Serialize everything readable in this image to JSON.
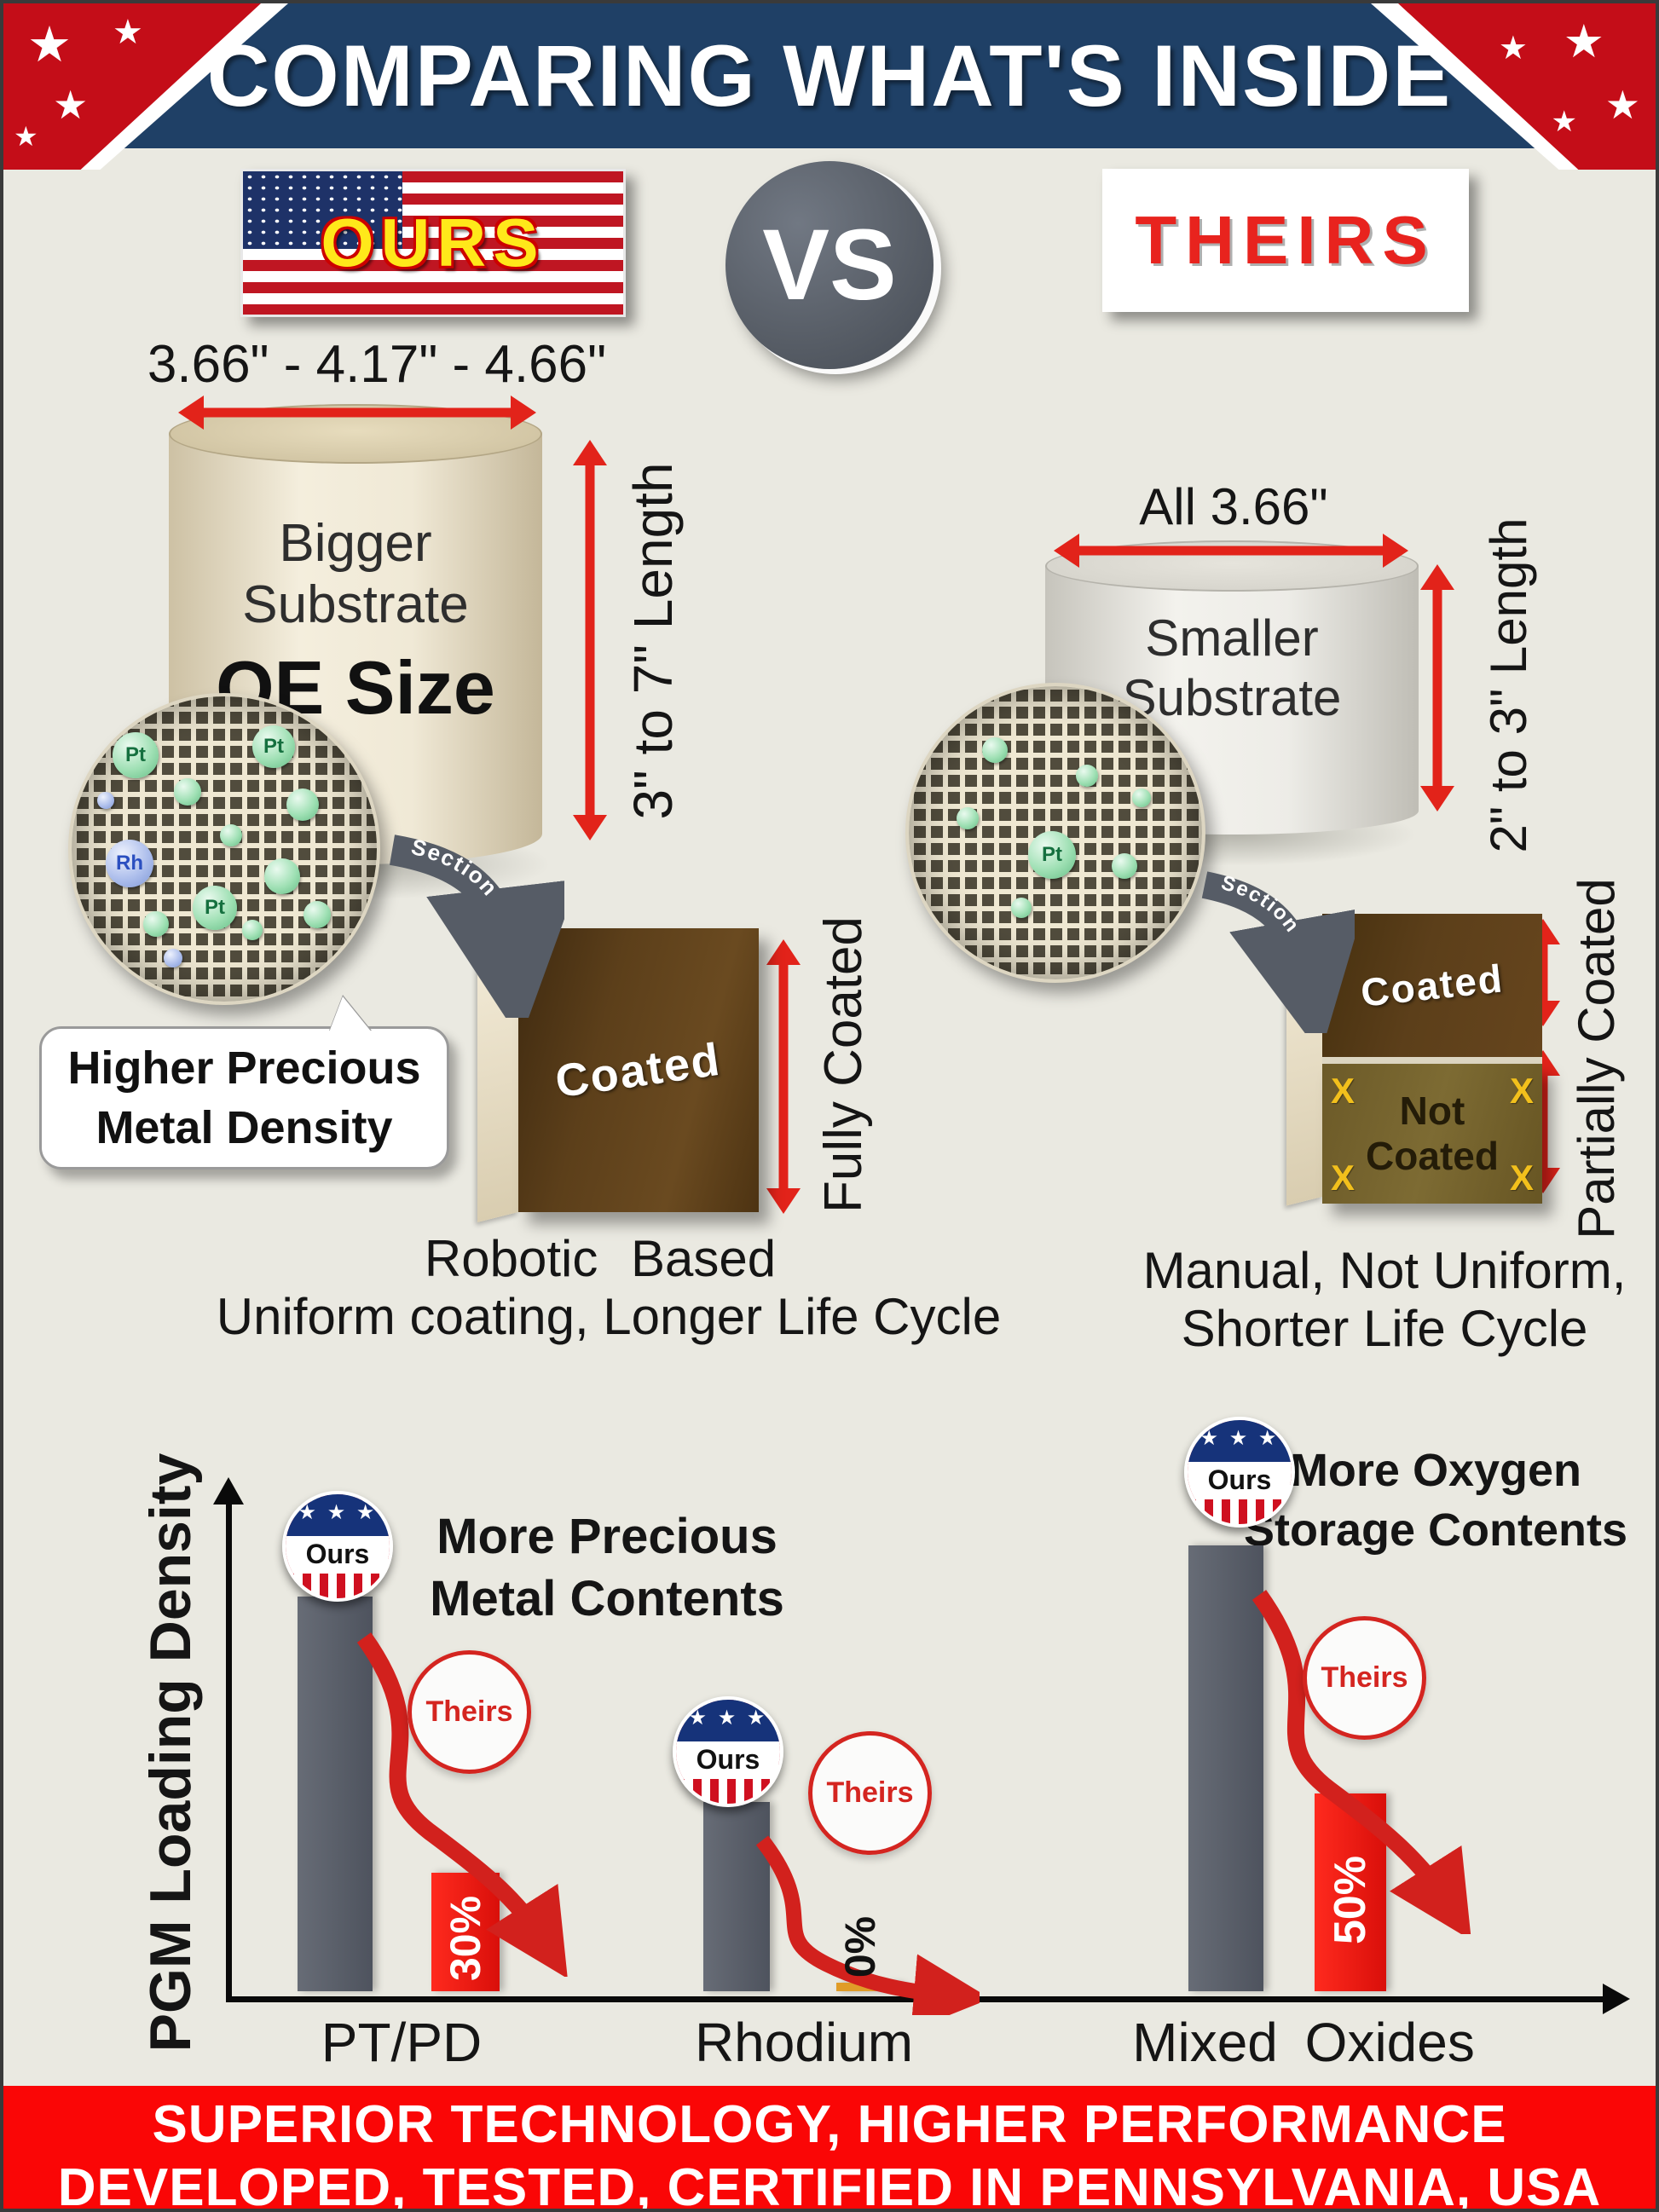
{
  "palette": {
    "header_navy": "#1f4066",
    "corner_red": "#c40d18",
    "accent_red": "#e2231a",
    "footer_red": "#fa0606",
    "bar_ours_gray": "#575c66",
    "bar_theirs_red": "#ee1414",
    "coated_brown": "#5c3f1a",
    "ours_text_yellow": "#ffe81a"
  },
  "header": {
    "title": "COMPARING WHAT'S INSIDE"
  },
  "versus": {
    "ours": "OURS",
    "vs": "VS",
    "theirs": "THEIRS"
  },
  "ours_side": {
    "diameters": "3.66\" - 4.17\" - 4.66\"",
    "substrate_line1": "Bigger",
    "substrate_line2": "Substrate",
    "substrate_line3": "OE Size",
    "length_label": "3\" to 7\" Length",
    "section_label": "Section",
    "coated_label": "Coated",
    "coating_label": "Fully Coated",
    "bubble_line1": "Higher Precious",
    "bubble_line2": "Metal Density",
    "caption_line1": "Robotic Based",
    "caption_line2": "Uniform coating, Longer Life Cycle",
    "particles": [
      "Pt",
      "Pt",
      "Rh",
      "Pt"
    ]
  },
  "theirs_side": {
    "diameters": "All 3.66\"",
    "substrate_line1": "Smaller",
    "substrate_line2": "Substrate",
    "length_label": "2\" to 3\" Length",
    "section_label": "Section",
    "coated_label": "Coated",
    "not_coated_line1": "Not",
    "not_coated_line2": "Coated",
    "x_mark": "X",
    "coating_label": "Partially Coated",
    "caption_line1": "Manual, Not Uniform,",
    "caption_line2": "Shorter Life Cycle",
    "particles": [
      "Pt"
    ]
  },
  "chart_data": {
    "type": "bar",
    "ylabel": "PGM Loading Density",
    "categories": [
      "PT/PD",
      "Rhodium",
      "Mixed Oxides"
    ],
    "series": [
      {
        "name": "Ours",
        "values": [
          100,
          48,
          113
        ]
      },
      {
        "name": "Theirs",
        "values": [
          30,
          0,
          50
        ]
      }
    ],
    "theirs_value_labels": [
      "30%",
      "0%",
      "50%"
    ],
    "ours_badge_label": "Ours",
    "theirs_badge_label": "Theirs",
    "annotation_left_line1": "More Precious",
    "annotation_left_line2": "Metal Contents",
    "annotation_right_line1": "More Oxygen",
    "annotation_right_line2": "Storage Contents",
    "ylim": [
      0,
      120
    ],
    "grid": "off",
    "legend": "badges-above-bars"
  },
  "footer": {
    "line1": "SUPERIOR TECHNOLOGY, HIGHER PERFORMANCE",
    "line2": "DEVELOPED, TESTED, CERTIFIED IN PENNSYLVANIA, USA"
  }
}
